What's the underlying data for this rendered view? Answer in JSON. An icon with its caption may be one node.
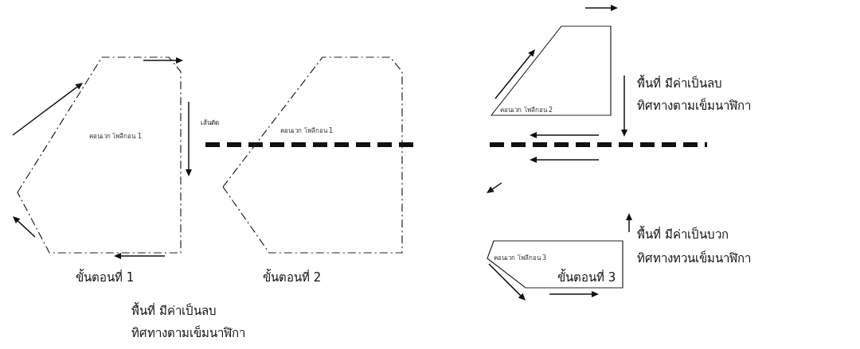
{
  "diagram": {
    "nodes": [
      {
        "text": [
          "คอนเวก โพลีกอน 1"
        ]
      },
      {
        "text": [
          "คอนเวก โพลีกอน 1"
        ]
      },
      {
        "text": [
          "คอนเวก โพลีกอน 2"
        ]
      },
      {
        "text": [
          "คอนเวก โพลีกอน 3"
        ]
      }
    ],
    "labels": [
      "พื้นที่ มีค่าเป็นลบ",
      "ทิศทางตามเข็มนาฬิกา",
      "เส้นตัด",
      "พื้นที่ มีค่าเป็นบวก",
      "ทิศทางทวนเข็มนาฬิกา",
      "ขั้นตอนที่ 1",
      "ขั้นตอนที่ 2",
      "ขั้นตอนที่ 3",
      "พื้นที่ มีค่าเป็นลบ",
      "ทิศทางตามเข็มนาฬิกา"
    ]
  }
}
